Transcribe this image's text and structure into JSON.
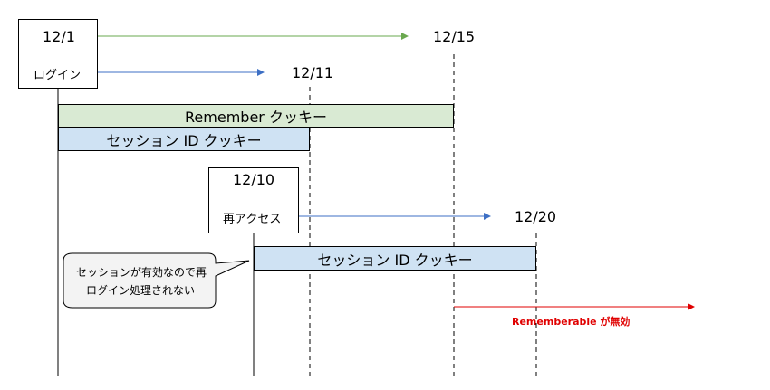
{
  "dates": {
    "d1": "12/1",
    "d15": "12/15",
    "d11": "12/11",
    "d10": "12/10",
    "d20": "12/20"
  },
  "events": {
    "login": "ログイン",
    "reaccess": "再アクセス"
  },
  "bars": {
    "remember": "Remember クッキー",
    "session1": "セッション ID クッキー",
    "session2": "セッション ID クッキー"
  },
  "callout": {
    "line1": "セッションが有効なので再",
    "line2": "ログイン処理されない"
  },
  "annotation": {
    "rememberable": "Rememberable が無効"
  },
  "colors": {
    "green_arrow": "#6aa84f",
    "blue_arrow": "#3d6fc4",
    "red_arrow": "#e00000",
    "remember_fill": "#d9ead3",
    "session_fill": "#cfe2f3"
  }
}
